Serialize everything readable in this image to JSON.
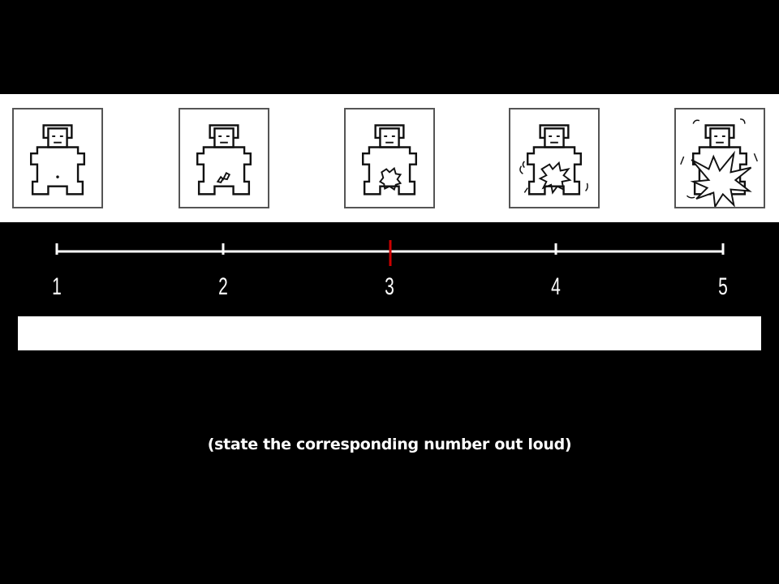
{
  "scale": {
    "labels": [
      "1",
      "2",
      "3",
      "4",
      "5"
    ],
    "selected": "3",
    "marker_color": "#cc0000",
    "line_color": "#ffffff"
  },
  "figures": [
    {
      "level": "1",
      "icon": "figure-minimal-arousal-icon"
    },
    {
      "level": "2",
      "icon": "figure-low-arousal-icon"
    },
    {
      "level": "3",
      "icon": "figure-moderate-arousal-icon"
    },
    {
      "level": "4",
      "icon": "figure-high-arousal-icon"
    },
    {
      "level": "5",
      "icon": "figure-extreme-arousal-icon"
    }
  ],
  "instruction": "(state the corresponding number out loud)"
}
